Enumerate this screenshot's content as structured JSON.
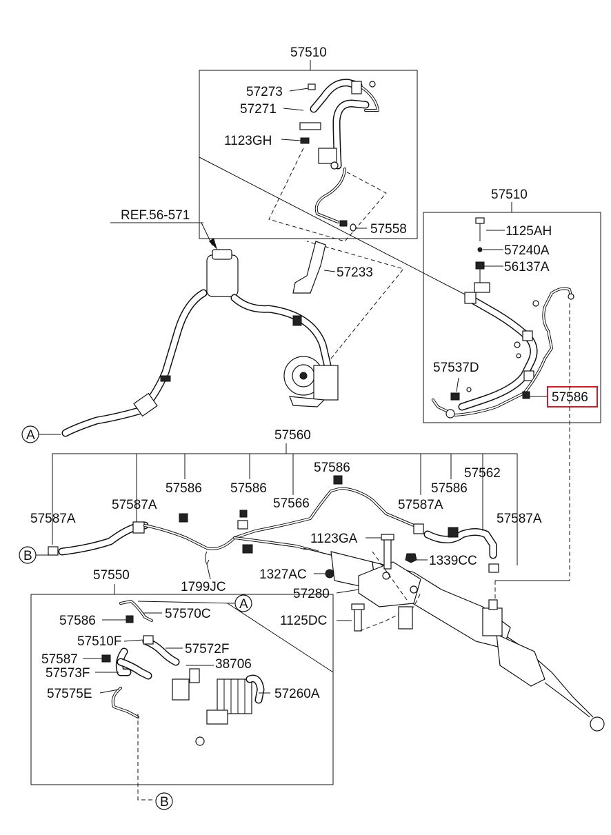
{
  "labels": {
    "top_box": "57510",
    "p57273": "57273",
    "p57271": "57271",
    "p1123GH": "1123GH",
    "p57558": "57558",
    "ref": "REF.56-571",
    "p57233": "57233",
    "right_box": "57510",
    "p1125AH": "1125AH",
    "p57240A": "57240A",
    "p56137A": "56137A",
    "p57537D": "57537D",
    "p57586_highlight": "57586",
    "circleA_left": "A",
    "p57560": "57560",
    "p57586_a": "57586",
    "p57562": "57562",
    "p57586_b": "57586",
    "p57586_c": "57586",
    "p57566": "57566",
    "p57586_d": "57586",
    "p57587A_a": "57587A",
    "p57587A_b": "57587A",
    "p57587A_c": "57587A",
    "p57587A_d": "57587A",
    "p1123GA": "1123GA",
    "p1339CC": "1339CC",
    "circleB_left": "B",
    "p1327AC": "1327AC",
    "p1799JC": "1799JC",
    "p57280": "57280",
    "p57550": "57550",
    "circleA_lower": "A",
    "p57586_e": "57586",
    "p57570C": "57570C",
    "p1125DC": "1125DC",
    "p57510F": "57510F",
    "p57572F": "57572F",
    "p57587": "57587",
    "p38706": "38706",
    "p57573F": "57573F",
    "p57260A": "57260A",
    "p57575E": "57575E",
    "circleB_lower": "B"
  },
  "highlight_color": "#e0141e"
}
